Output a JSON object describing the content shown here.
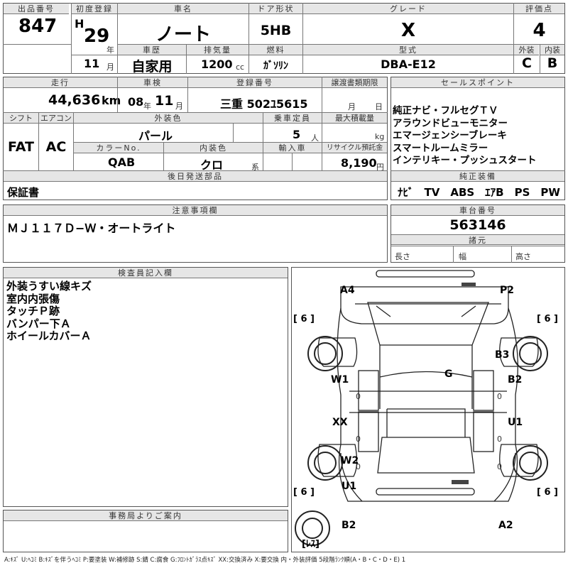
{
  "top": {
    "lot_label": "出品番号",
    "lot_no": "847",
    "first_reg_label": "初度登録",
    "era": "H",
    "reg_year": "29",
    "year_unit": "年",
    "reg_month": "11",
    "month_unit": "月",
    "name_label": "車名",
    "name": "ノート",
    "door_label": "ドア形状",
    "door": "5HB",
    "grade_label": "グレード",
    "grade": "X",
    "score_label": "評価点",
    "score": "4",
    "history_label": "車歴",
    "history": "自家用",
    "displacement_label": "排気量",
    "displacement": "1200",
    "cc": "cc",
    "fuel_label": "燃料",
    "fuel": "ｶﾞｿﾘﾝ",
    "model_label": "型式",
    "model": "DBA-E12",
    "ext_label": "外装",
    "ext": "C",
    "int_label": "内装",
    "int": "B"
  },
  "row2": {
    "mileage_label": "走行",
    "mileage": "44,636",
    "km": "km",
    "inspection_label": "車検",
    "insp_year": "08",
    "insp_month": "11",
    "year_unit": "年",
    "month_unit": "月",
    "plate_label": "登録番号",
    "plate": "三重 502ﾕ5615",
    "transfer_label": "譲渡書類期限",
    "t_month": "月",
    "t_day": "日"
  },
  "row3": {
    "shift_label": "シフト",
    "shift": "FAT",
    "ac_label": "エアコン",
    "ac": "AC",
    "color_label": "外装色",
    "color": "パール",
    "capacity_label": "乗車定員",
    "capacity": "5",
    "person_unit": "人",
    "load_label": "最大積載量",
    "kg": "kg",
    "color_no_label": "カラーNo.",
    "color_no": "QAB",
    "interior_label": "内装色",
    "interior": "クロ",
    "kei": "系",
    "import_label": "輸入車",
    "recycle_label": "リサイクル預託金",
    "recycle": "8,190",
    "yen": "円"
  },
  "sales": {
    "label": "セールスポイント",
    "points": [
      "純正ナビ・フルセグＴＶ",
      "アラウンドビューモニター",
      "エマージェンシーブレーキ",
      "スマートルームミラー",
      "インテリキー・プッシュスタート"
    ]
  },
  "equipment": {
    "label": "純正装備",
    "items": "ﾅﾋﾞ　TV　ABS　ｴｱB　PS　PW"
  },
  "later": {
    "label": "後日発送部品",
    "text": "保証書"
  },
  "notes": {
    "label": "注意事項欄",
    "text": "ＭＪ１１７Ｄ−Ｗ・オートライト"
  },
  "chassis": {
    "label": "車台番号",
    "number": "563146",
    "specs_label": "諸元",
    "length": "長さ",
    "width": "幅",
    "height": "高さ"
  },
  "inspector": {
    "label": "検査員記入欄",
    "lines": [
      "外装うすい線キズ",
      "室内内張傷",
      "タッチＰ跡",
      "バンパー下Ａ",
      "ホイールカバーＡ"
    ]
  },
  "office": {
    "label": "事務局よりご案内"
  },
  "diagram": {
    "marks": [
      "A4",
      "P2",
      "B3",
      "G",
      "W1",
      "B2",
      "XX",
      "U1",
      "W2",
      "U1",
      "B2",
      "A2"
    ],
    "tires": [
      "[ 6 ]",
      "[ 6 ]",
      "[ 6 ]",
      "[ 6 ]"
    ],
    "zeros": [
      "0",
      "0",
      "0",
      "0",
      "0",
      "0"
    ],
    "spare": "[ﾚｽ]"
  },
  "legend": "A:ｷｽﾞ  U:ﾍｺﾐ  B:ｷｽﾞを伴うﾍｺﾐ  P:要塗装  W:補修跡  S:錆  C:腐食  G:ﾌﾛﾝﾄｶﾞﾗｽ点ｷｽﾞ  XX:交換済み  X:要交換   内・外装評価  5段階ﾗﾝｸ順(A・B・C・D・E) 1"
}
